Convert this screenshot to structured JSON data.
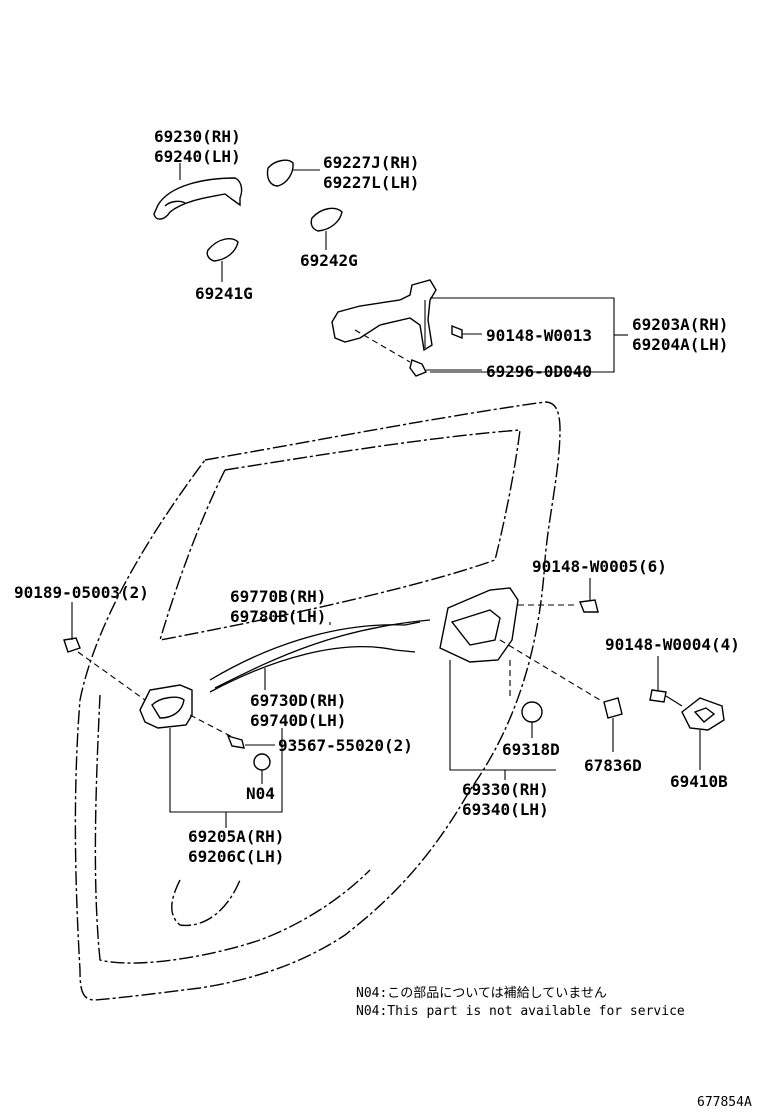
{
  "diagram": {
    "callouts": [
      {
        "id": "c1a",
        "text": "69230(RH)"
      },
      {
        "id": "c1b",
        "text": "69240(LH)"
      },
      {
        "id": "c2a",
        "text": "69227J(RH)"
      },
      {
        "id": "c2b",
        "text": "69227L(LH)"
      },
      {
        "id": "c3",
        "text": "69242G"
      },
      {
        "id": "c4",
        "text": "69241G"
      },
      {
        "id": "c5",
        "text": "90148-W0013"
      },
      {
        "id": "c6a",
        "text": "69203A(RH)"
      },
      {
        "id": "c6b",
        "text": "69204A(LH)"
      },
      {
        "id": "c7",
        "text": "69296-0D040"
      },
      {
        "id": "c8",
        "text": "90189-05003(2)"
      },
      {
        "id": "c9a",
        "text": "69770B(RH)"
      },
      {
        "id": "c9b",
        "text": "69780B(LH)"
      },
      {
        "id": "c10",
        "text": "90148-W0005(6)"
      },
      {
        "id": "c11",
        "text": "90148-W0004(4)"
      },
      {
        "id": "c12a",
        "text": "69730D(RH)"
      },
      {
        "id": "c12b",
        "text": "69740D(LH)"
      },
      {
        "id": "c13",
        "text": "93567-55020(2)"
      },
      {
        "id": "c14",
        "text": "N04"
      },
      {
        "id": "c15",
        "text": "69318D"
      },
      {
        "id": "c16",
        "text": "67836D"
      },
      {
        "id": "c17",
        "text": "69410B"
      },
      {
        "id": "c18a",
        "text": "69330(RH)"
      },
      {
        "id": "c18b",
        "text": "69340(LH)"
      },
      {
        "id": "c19a",
        "text": "69205A(RH)"
      },
      {
        "id": "c19b",
        "text": "69206C(LH)"
      }
    ],
    "notes": [
      "N04:この部品については補給していません",
      "N04:This part is not available for service"
    ],
    "figure_id": "677854A"
  }
}
